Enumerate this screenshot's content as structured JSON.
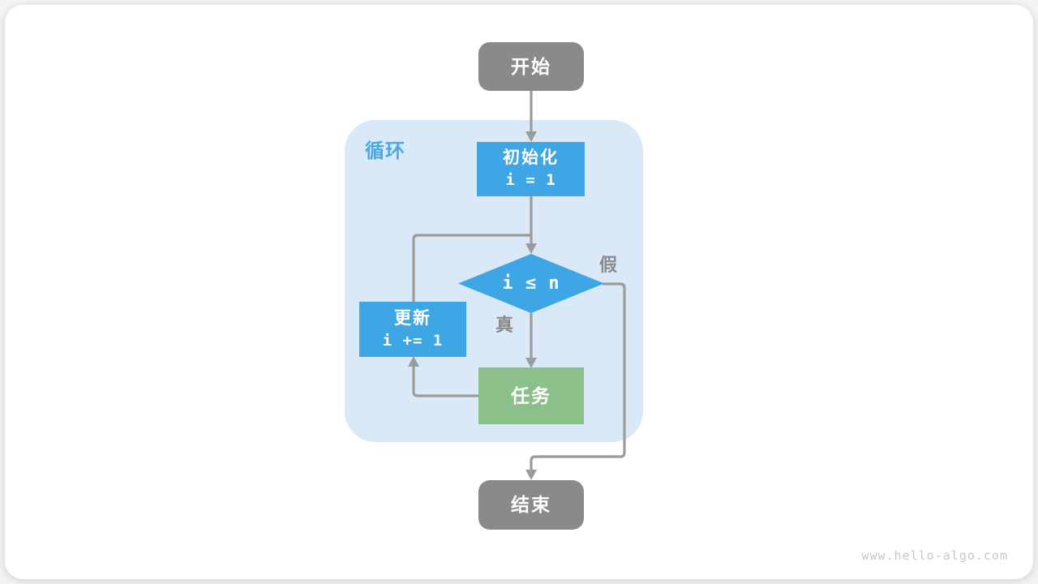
{
  "diagram": {
    "loop_label": "循环",
    "nodes": {
      "start": {
        "label": "开始"
      },
      "init": {
        "title": "初始化",
        "code": "i = 1"
      },
      "cond": {
        "label": "i ≤ n"
      },
      "update": {
        "title": "更新",
        "code": "i += 1"
      },
      "task": {
        "label": "任务"
      },
      "end": {
        "label": "结束"
      }
    },
    "edge_labels": {
      "true_branch": "真",
      "false_branch": "假"
    }
  },
  "colors": {
    "terminal_gray": "#8a8a8a",
    "process_blue": "#3fa6e6",
    "task_green": "#8cc08b",
    "loop_background": "#d9e9f8",
    "loop_label_blue": "#4aa8ea",
    "connector_gray": "#9b9b9b",
    "edge_label_gray": "#8b8b8b",
    "watermark_gray": "#c7c7c7"
  },
  "footer": {
    "watermark": "www.hello-algo.com"
  }
}
